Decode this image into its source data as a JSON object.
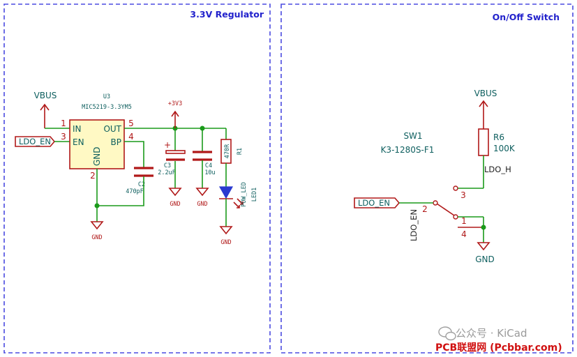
{
  "sheets": {
    "regulator_title": "3.3V Regulator",
    "switch_title": "On/Off Switch"
  },
  "regulator": {
    "vbus": "VBUS",
    "u3_ref": "U3",
    "u3_value": "MIC5219-3.3YM5",
    "pin_in_num": "1",
    "pin_en_num": "3",
    "pin_out_num": "5",
    "pin_bp_num": "4",
    "pin_gnd_num": "2",
    "pin_in": "IN",
    "pin_en": "EN",
    "pin_out": "OUT",
    "pin_bp": "BP",
    "pin_gnd": "GND",
    "ldo_en": "LDO_EN",
    "plus3v3": "+3V3",
    "c2_ref": "C2",
    "c2_value": "470pF",
    "c3_ref": "C3",
    "c3_value": "2.2uF",
    "c3_plus": "+",
    "c4_ref": "C4",
    "c4_value": "10u",
    "r1_ref": "R1",
    "r1_value": "470R",
    "led_value": "POW_LED",
    "led_ref": "LED1",
    "gnd1": "GND",
    "gnd2": "GND",
    "gnd3": "GND",
    "gnd4": "GND"
  },
  "switch": {
    "vbus": "VBUS",
    "r6_ref": "R6",
    "r6_value": "100K",
    "ldo_h": "LDO_H",
    "sw_ref": "SW1",
    "sw_value": "K3-1280S-F1",
    "ldo_en_label": "LDO_EN",
    "ldo_en_net": "LDO_EN",
    "pin1": "1",
    "pin2": "2",
    "pin3": "3",
    "pin4": "4",
    "gnd": "GND"
  },
  "watermark": {
    "wechat": "公众号 · KiCad",
    "site": "PCB联盟网 (Pcbbar.com)"
  },
  "colors": {
    "wire": "#1a9a1a",
    "symbol": "#b01818",
    "frame": "#4a4ae0",
    "text": "#0d5e5e"
  }
}
